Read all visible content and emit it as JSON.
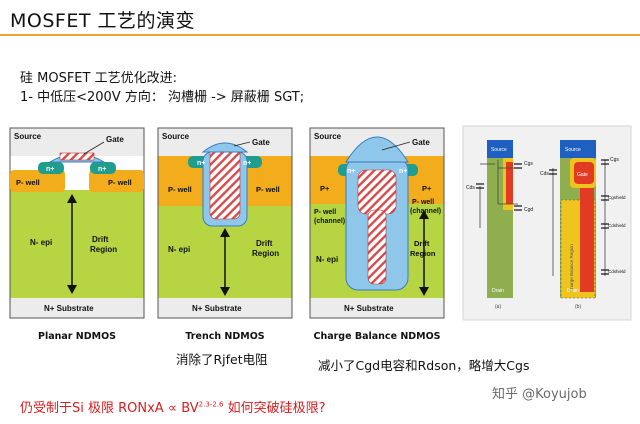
{
  "slide": {
    "title": "MOSFET 工艺的演变",
    "intro_line1": "硅 MOSFET 工艺优化改进:",
    "intro_line2": "1-  中低压<200V 方向：  沟槽栅 -> 屏蔽栅 SGT;",
    "bottom_pre": "仍受制于Si 极限 RONxA ∝ BV",
    "bottom_sup": "2.3-2.6",
    "bottom_post": "  如何突破硅极限?",
    "watermark": "知乎 @Koyujob"
  },
  "structures": {
    "planar": {
      "caption": "Planar NDMOS",
      "source": "Source",
      "gate": "Gate",
      "nplus": "n+",
      "pwell": "P- well",
      "nepi": "N- epi",
      "drift1": "Drift",
      "drift2": "Region",
      "substrate": "N+ Substrate"
    },
    "trench": {
      "caption": "Trench NDMOS",
      "source": "Source",
      "gate": "Gate",
      "nplus": "n+",
      "pwell": "P- well",
      "nepi": "N- epi",
      "drift1": "Drift",
      "drift2": "Region",
      "substrate": "N+ Substrate",
      "note": "消除了Rjfet电阻"
    },
    "charge": {
      "caption": "Charge Balance NDMOS",
      "source": "Source",
      "gate": "Gate",
      "nplus": "n+",
      "pplus": "P+",
      "pwell1": "P- well",
      "pwell2": "(channel)",
      "nepi": "N- epi",
      "drift1": "Drift",
      "drift2": "Region",
      "substrate": "N+ Substrate",
      "note": "减小了Cgd电容和Rdson，略增大Cgs"
    }
  },
  "capacitance": {
    "a": {
      "source": "Source",
      "drain": "Drain",
      "cgs": "Cgs",
      "cds": "Cds",
      "cgd": "Cgd",
      "label": "(a)"
    },
    "b": {
      "source": "Source",
      "drain": "Drain",
      "gate": "Gate",
      "cgs": "Cgs",
      "cds": "Cds",
      "cgshield": "Cgshield",
      "cdshield1": "Cdshield",
      "cdshield2": "Cdshield",
      "side": "Charge Balance Region",
      "label": "(b)"
    }
  }
}
